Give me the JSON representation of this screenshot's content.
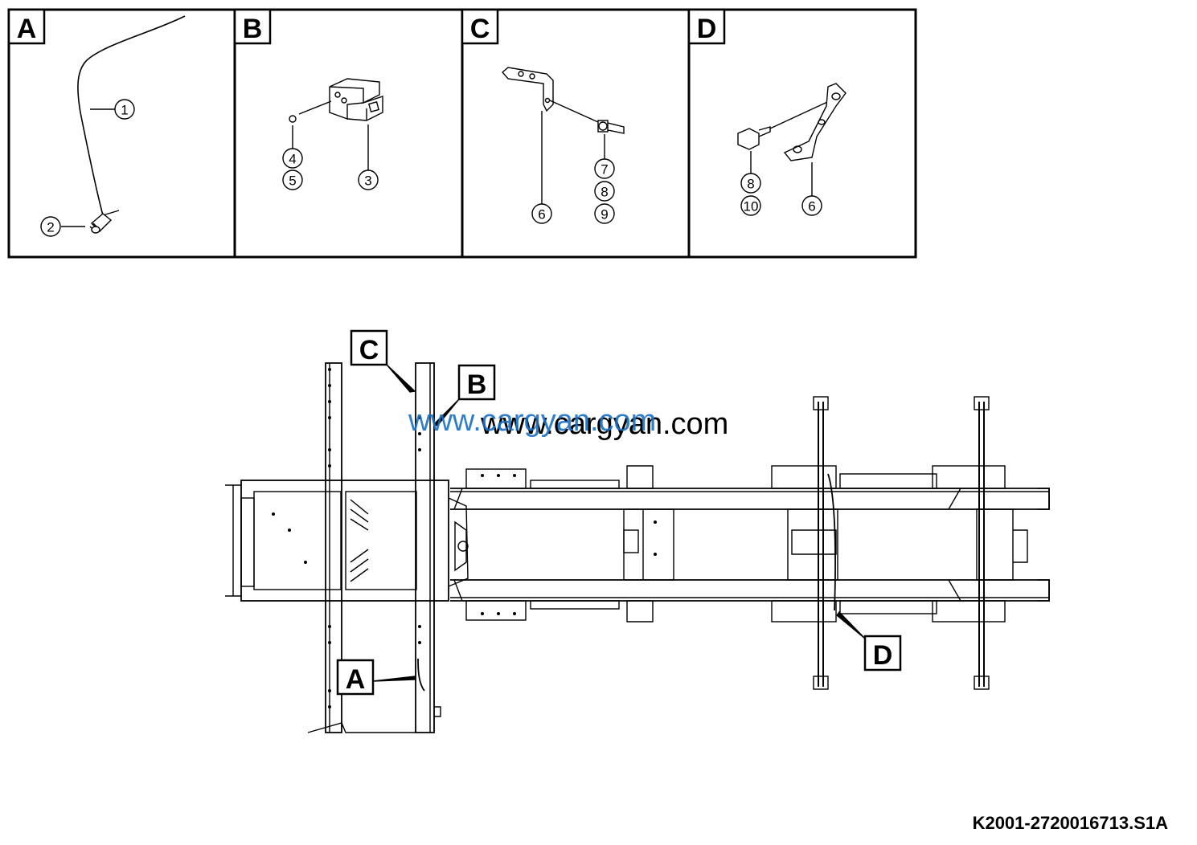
{
  "panels": [
    {
      "letter": "A",
      "callouts": [
        "1",
        "2"
      ]
    },
    {
      "letter": "B",
      "callouts": [
        "4",
        "5",
        "3"
      ]
    },
    {
      "letter": "C",
      "callouts": [
        "6",
        "7",
        "8",
        "9"
      ]
    },
    {
      "letter": "D",
      "callouts": [
        "8",
        "10",
        "6"
      ]
    }
  ],
  "overview_labels": {
    "c": "C",
    "b": "B",
    "a": "A",
    "d": "D"
  },
  "watermark": {
    "blue": "www.cargyan.com",
    "black": "www.cargyan.com"
  },
  "doc_reference": "K2001-2720016713.S1A"
}
